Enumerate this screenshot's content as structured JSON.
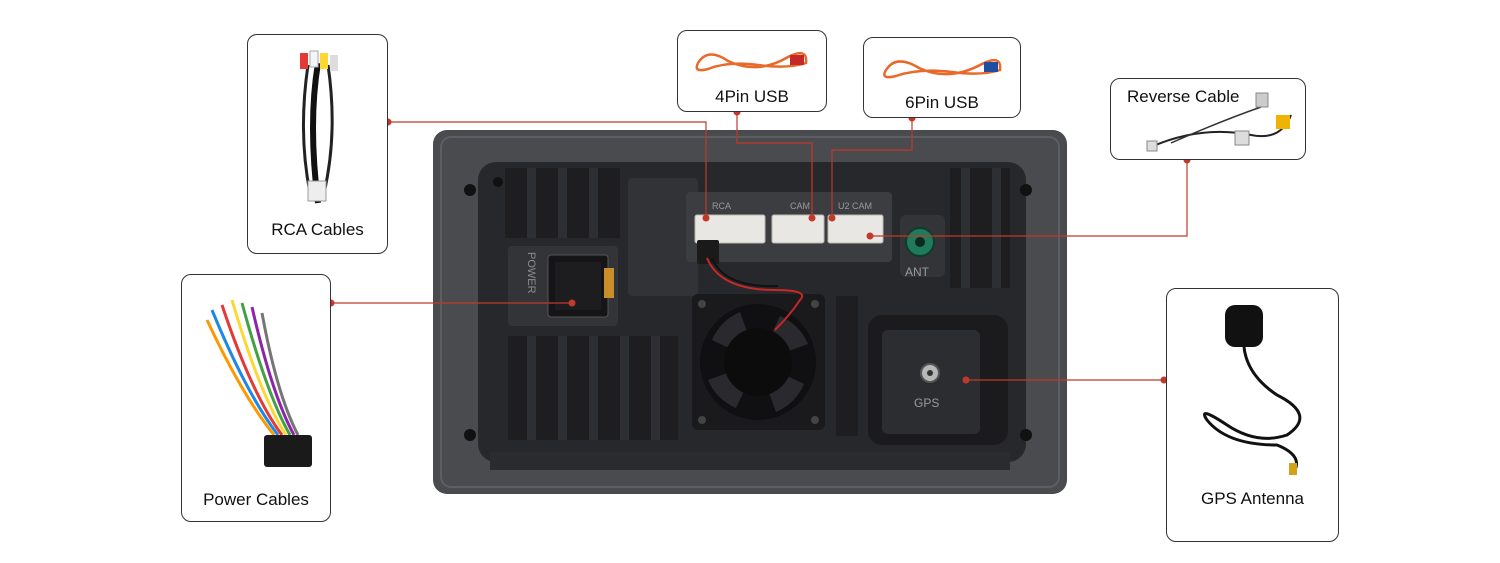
{
  "callouts": {
    "rca": "RCA Cables",
    "power": "Power Cables",
    "usb4": "4Pin USB",
    "usb6": "6Pin USB",
    "reverse": "Reverse Cable",
    "gps": "GPS Antenna"
  },
  "unit_labels": {
    "power_port": "POWER",
    "rca_port": "RCA",
    "cam_port": "CAM",
    "usb2_cam_port": "U2 CAM",
    "antenna_port": "ANT",
    "gps_port": "GPS"
  },
  "colors": {
    "leader_line": "#c0392b",
    "unit_body": "#4a4b4f",
    "connector": "#e9e7e3",
    "orange_cable": "#e8692a"
  }
}
